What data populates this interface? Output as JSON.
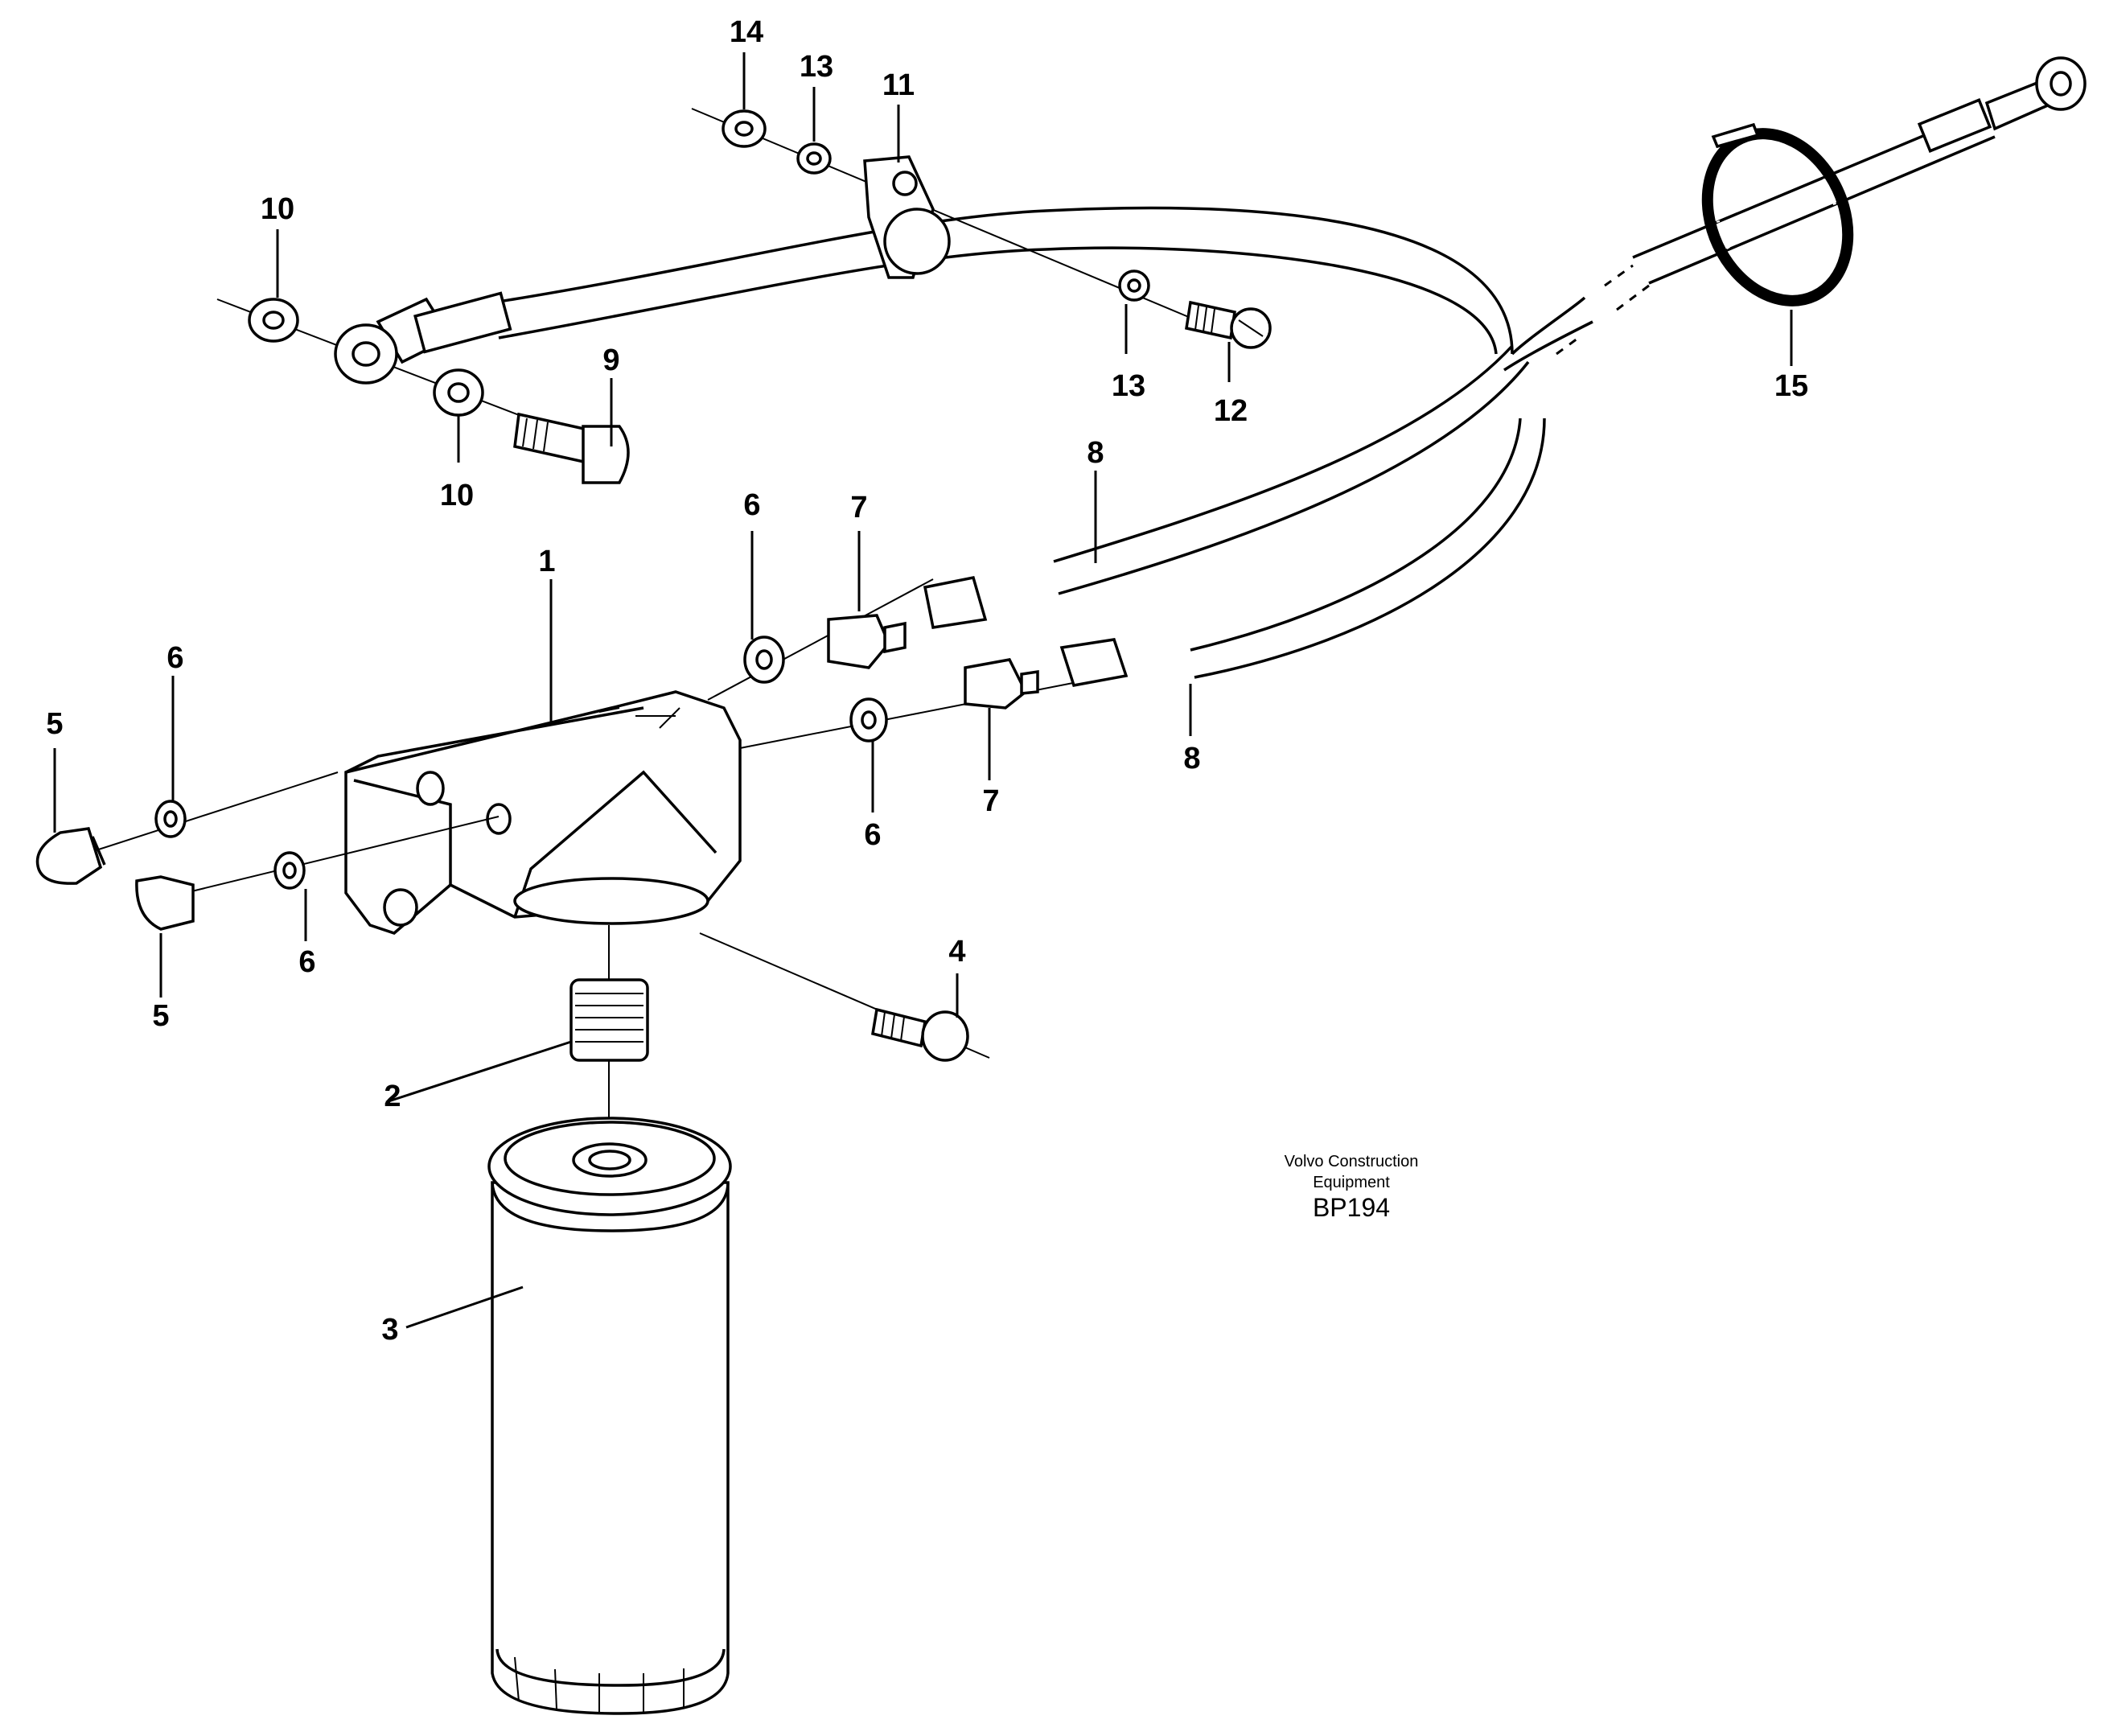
{
  "callouts": {
    "c1": "1",
    "c2": "2",
    "c3": "3",
    "c4": "4",
    "c5a": "5",
    "c5b": "5",
    "c6a": "6",
    "c6b": "6",
    "c6c": "6",
    "c6d": "6",
    "c7a": "7",
    "c7b": "7",
    "c8a": "8",
    "c8b": "8",
    "c9": "9",
    "c10a": "10",
    "c10b": "10",
    "c11": "11",
    "c12": "12",
    "c13a": "13",
    "c13b": "13",
    "c14": "14",
    "c15": "15"
  },
  "caption": {
    "line1": "Volvo Construction",
    "line2": "Equipment",
    "code": "BP194"
  }
}
